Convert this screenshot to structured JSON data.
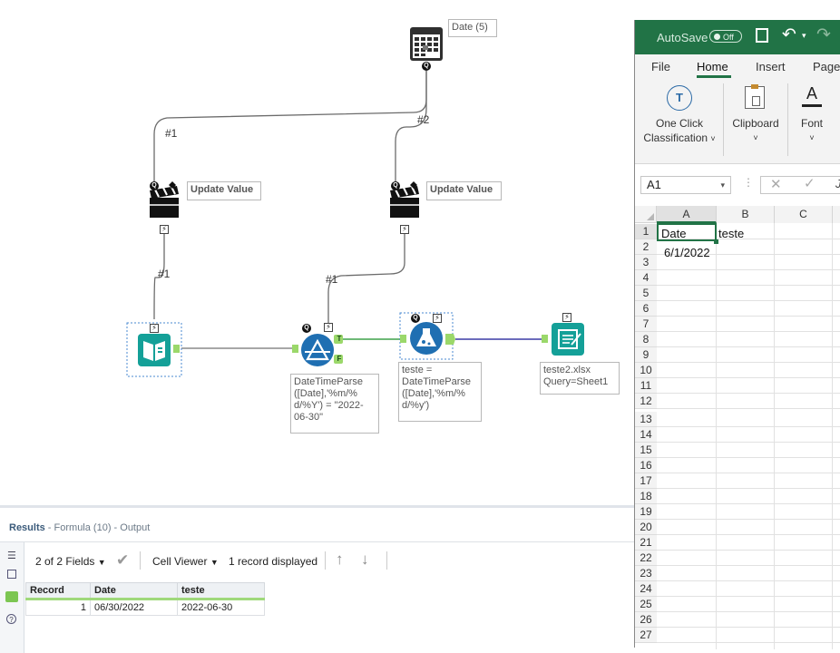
{
  "canvas": {
    "date_tool_label": "Date (5)",
    "update_value_1_label": "Update Value",
    "update_value_2_label": "Update Value",
    "connection_labels": [
      "#1",
      "#2",
      "#1",
      "#1"
    ],
    "filter_label": "DateTimeParse\n([Date],'%m/%\nd/%Y') = \"2022-\n06-30\"",
    "formula_label": "teste =\nDateTimeParse\n([Date],'%m/%\nd/%y')",
    "output_label": "teste2.xlsx\nQuery=Sheet1",
    "filter_true_anchor": "T",
    "filter_false_anchor": "F",
    "question_badge": "Q",
    "lightning_badge": "⚡"
  },
  "results": {
    "title": "Results",
    "subtitle": " - Formula (10) - Output",
    "fields_selector": "2 of 2 Fields",
    "viewer": "Cell Viewer",
    "record_count": "1 record displayed",
    "columns": [
      "Record",
      "Date",
      "teste"
    ],
    "rows": [
      {
        "record": "1",
        "date": "06/30/2022",
        "teste": "2022-06-30"
      }
    ]
  },
  "excel": {
    "autosave_label": "AutoSave",
    "autosave_state": "Off",
    "tabs": [
      "File",
      "Home",
      "Insert",
      "Page"
    ],
    "active_tab": "Home",
    "ribbon": {
      "classification_line1": "One Click",
      "classification_line2": "Classification",
      "clipboard": "Clipboard",
      "font": "Font",
      "font_glyph": "A"
    },
    "name_box": "A1",
    "formula_fx": "J",
    "columns": [
      "A",
      "B",
      "C"
    ],
    "rows": [
      "1",
      "2",
      "3",
      "4",
      "5",
      "6",
      "7",
      "8",
      "9",
      "10",
      "11",
      "12",
      "13",
      "14",
      "15",
      "16",
      "17",
      "18",
      "19",
      "20",
      "21",
      "22",
      "23",
      "24",
      "25",
      "26",
      "27"
    ],
    "cells": {
      "A1": "Date",
      "B1": "teste",
      "A2": "6/1/2022"
    }
  },
  "colors": {
    "excel_green": "#217346",
    "alteryx_teal": "#14a098",
    "alteryx_blue": "#1f6fb2",
    "results_green": "#9fd97b"
  }
}
